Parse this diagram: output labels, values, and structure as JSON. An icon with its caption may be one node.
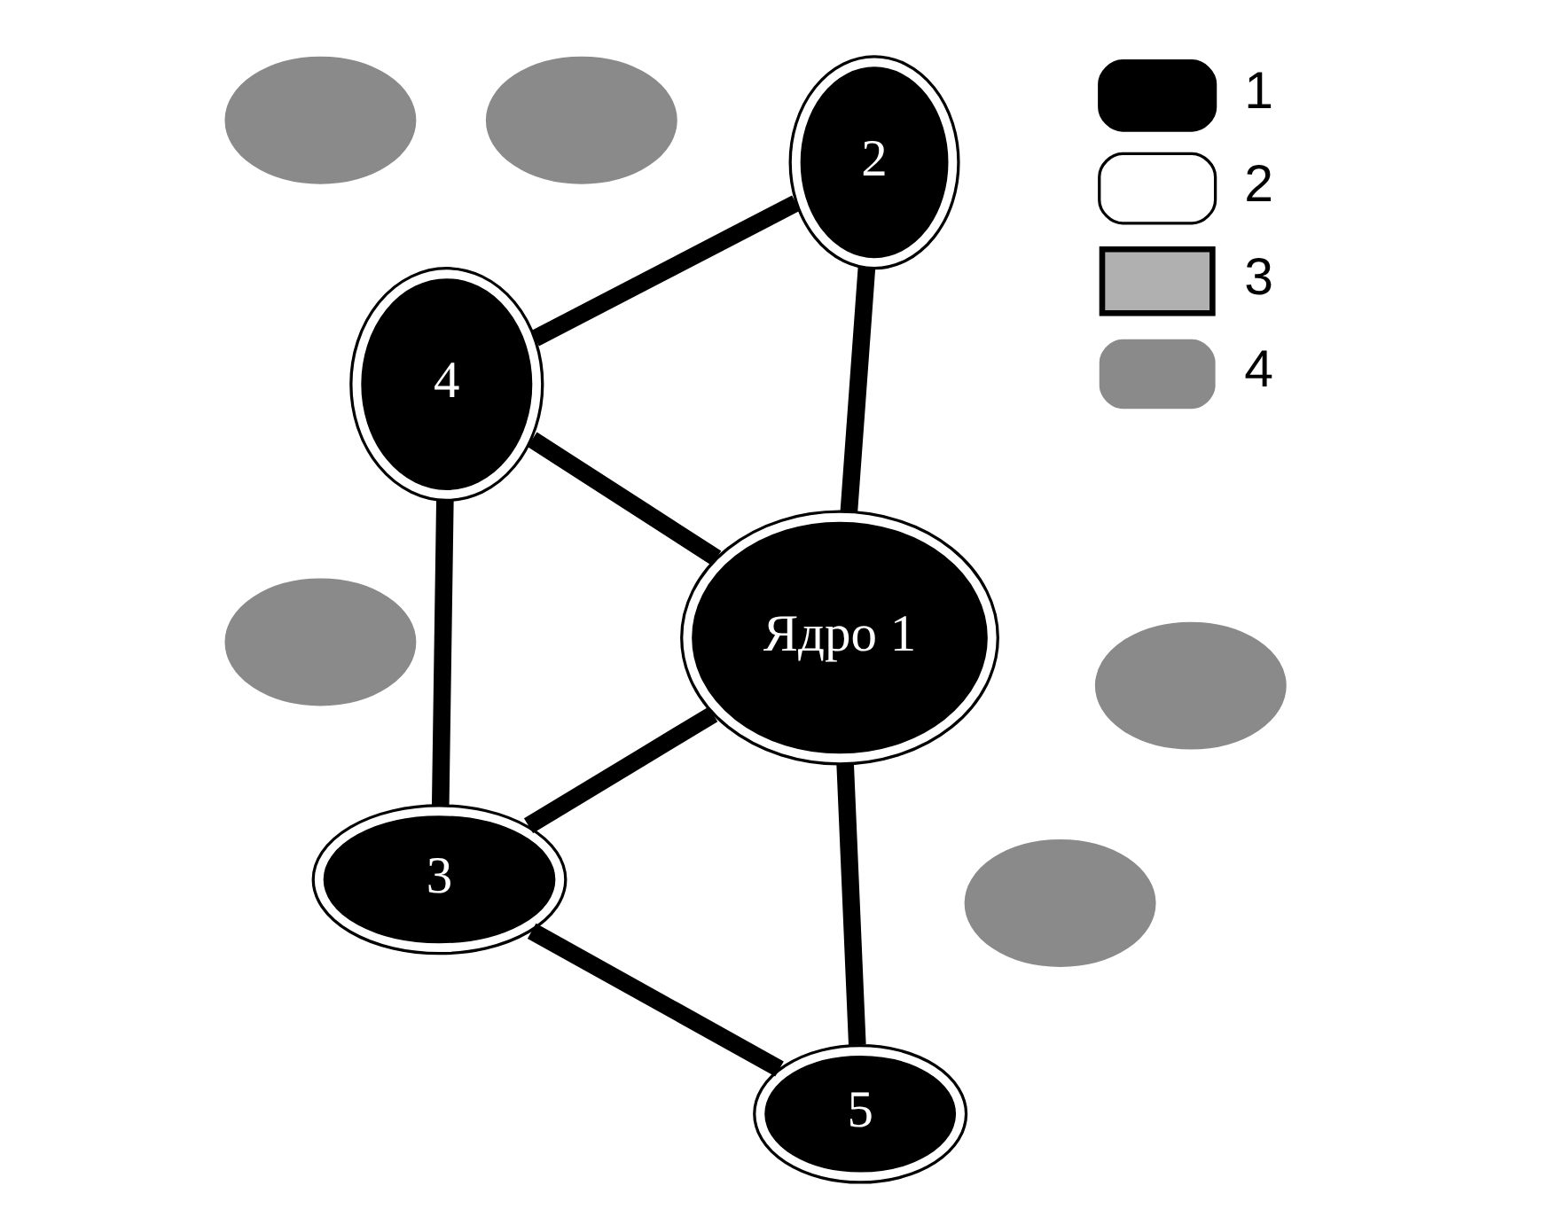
{
  "diagram": {
    "nodes": [
      {
        "text": [
          "Ядро 1"
        ]
      },
      {
        "text": [
          "2"
        ]
      },
      {
        "text": [
          "3"
        ]
      },
      {
        "text": [
          "4"
        ]
      },
      {
        "text": [
          "5"
        ]
      },
      {
        "text": [],
        "shape": "cloud"
      },
      {
        "text": [],
        "shape": "cloud"
      },
      {
        "text": [],
        "shape": "cloud"
      },
      {
        "text": [],
        "shape": "cloud"
      },
      {
        "text": [],
        "shape": "cloud"
      }
    ],
    "edges": [
      {
        "from": 0,
        "to": 2,
        "arrow": "none"
      },
      {
        "from": 0,
        "to": 1,
        "arrow": "none"
      },
      {
        "from": 0,
        "to": 3,
        "arrow": "none"
      },
      {
        "from": 0,
        "to": 4,
        "arrow": "none"
      },
      {
        "from": 2,
        "to": 3,
        "arrow": "none"
      },
      {
        "from": 2,
        "to": 4,
        "arrow": "none"
      },
      {
        "from": 1,
        "to": 3,
        "arrow": "none"
      }
    ],
    "legend": [
      {
        "text": "1"
      },
      {
        "text": "2"
      },
      {
        "text": "3"
      },
      {
        "text": "4"
      }
    ]
  }
}
